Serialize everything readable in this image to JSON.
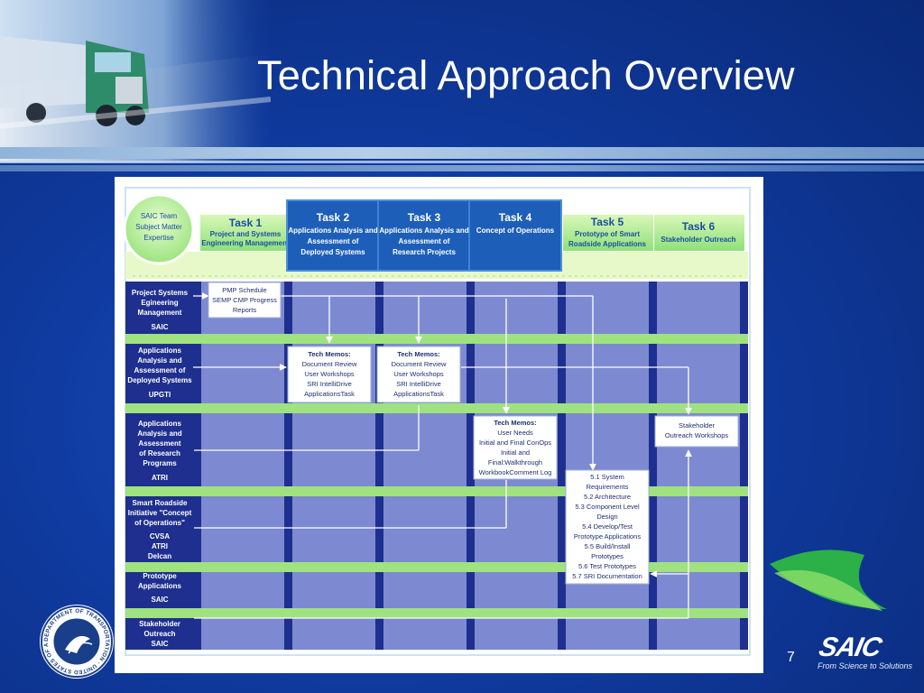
{
  "slide": {
    "title": "Technical Approach Overview",
    "page_number": "7"
  },
  "branding": {
    "saic_word": "SAIC",
    "saic_tagline": "From Science to Solutions",
    "dot_seal_text": "DEPARTMENT OF TRANSPORTATION · UNITED STATES OF AMERICA",
    "leaf_color": "#38c24a",
    "accent_green": "#8ee06a"
  },
  "diagram": {
    "team_circle": {
      "lines": [
        "SAIC Team",
        "Subject Matter",
        "Expertise"
      ]
    },
    "tasks": [
      {
        "id": "t1",
        "title": "Task 1",
        "lines": [
          "Project and Systems",
          "Engineering Management"
        ]
      },
      {
        "id": "t2",
        "title": "Task 2",
        "lines": [
          "Applications Analysis and",
          "Assessment of",
          "Deployed Systems"
        ]
      },
      {
        "id": "t3",
        "title": "Task 3",
        "lines": [
          "Applications Analysis and",
          "Assessment of",
          "Research Projects"
        ]
      },
      {
        "id": "t4",
        "title": "Task 4",
        "lines": [
          "Concept of Operations"
        ]
      },
      {
        "id": "t5",
        "title": "Task 5",
        "lines": [
          "Prototype of Smart",
          "Roadside Applications"
        ]
      },
      {
        "id": "t6",
        "title": "Task 6",
        "lines": [
          "Stakeholder Outreach"
        ]
      }
    ],
    "rows": [
      {
        "id": "r1",
        "lines": [
          "Project Systems",
          "Egineering",
          "Management",
          "",
          "SAIC"
        ]
      },
      {
        "id": "r2",
        "lines": [
          "Applications",
          "Analysis and",
          "Assessment of",
          "Deployed Systems",
          "",
          "UPGTI"
        ]
      },
      {
        "id": "r3",
        "lines": [
          "Applications",
          "Analysis and",
          "Assessment",
          "of Research",
          "Programs",
          "",
          "ATRI"
        ]
      },
      {
        "id": "r4",
        "lines": [
          "Smart Roadside",
          "Initiative \"Concept",
          "of Operations\"",
          "",
          "CVSA",
          "ATRI",
          "Delcan"
        ]
      },
      {
        "id": "r5",
        "lines": [
          "Prototype",
          "Applications",
          "",
          "SAIC"
        ]
      },
      {
        "id": "r6",
        "lines": [
          "Stakeholder",
          "Outreach",
          "SAIC"
        ]
      }
    ],
    "boxes": [
      {
        "id": "b-pmp",
        "bold": "",
        "lines": [
          "PMP Schedule",
          "SEMP CMP Progress",
          "Reports"
        ]
      },
      {
        "id": "b-memo2",
        "bold": "Tech Memos:",
        "lines": [
          "Document Review",
          "User Workshops",
          "SRI IntelliDrive",
          "ApplicationsTask"
        ]
      },
      {
        "id": "b-memo3",
        "bold": "Tech Memos:",
        "lines": [
          "Document Review",
          "User Workshops",
          "SRI IntelliDrive",
          "ApplicationsTask"
        ]
      },
      {
        "id": "b-memo4",
        "bold": "Tech Memos:",
        "lines": [
          "User Needs",
          "Initial and Final ConOps",
          "Initial and",
          "Final:Walkthrough",
          "WorkbookComment Log"
        ]
      },
      {
        "id": "b-outreach",
        "bold": "",
        "lines": [
          "Stakeholder",
          "Outreach Workshops"
        ]
      },
      {
        "id": "b-t5",
        "bold": "",
        "lines": [
          "5.1 System",
          "Requirements",
          "5.2 Architecture",
          "5.3 Component Level",
          "Design",
          "5.4 Develop/Test",
          "Prototype Applications",
          "5.5 Build/Install",
          "Prototypes",
          "5.6 Test Prototypes",
          "5.7 SRI Documentation"
        ]
      }
    ]
  }
}
